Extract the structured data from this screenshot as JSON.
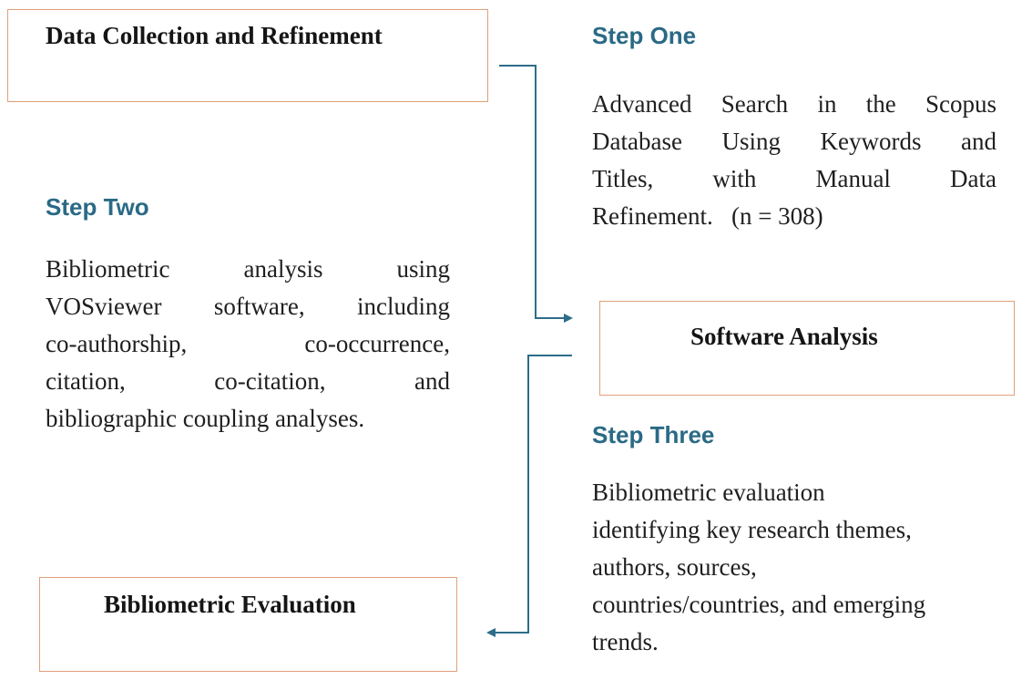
{
  "boxes": {
    "data_collection": "Data Collection and Refinement",
    "software_analysis": "Software Analysis",
    "bibliometric_evaluation": "Bibliometric Evaluation"
  },
  "steps": {
    "one": {
      "heading": "Step One",
      "lines": [
        "Advanced Search in the Scopus",
        "Database Using Keywords and",
        "Titles, with Manual Data",
        "Refinement.   (n = 308)"
      ]
    },
    "two": {
      "heading": "Step Two",
      "lines": [
        "Bibliometric analysis using",
        "VOSviewer software, including",
        "co-authorship, co-occurrence,",
        "citation, co-citation, and",
        "bibliographic coupling analyses."
      ]
    },
    "three": {
      "heading": "Step Three",
      "lines": [
        "Bibliometric evaluation",
        "identifying key research themes,",
        "authors, sources,",
        "countries/countries, and emerging",
        "trends."
      ]
    }
  },
  "colors": {
    "box_border": "#e0a07a",
    "heading": "#2a6a85",
    "connector": "#2d6d8a"
  }
}
